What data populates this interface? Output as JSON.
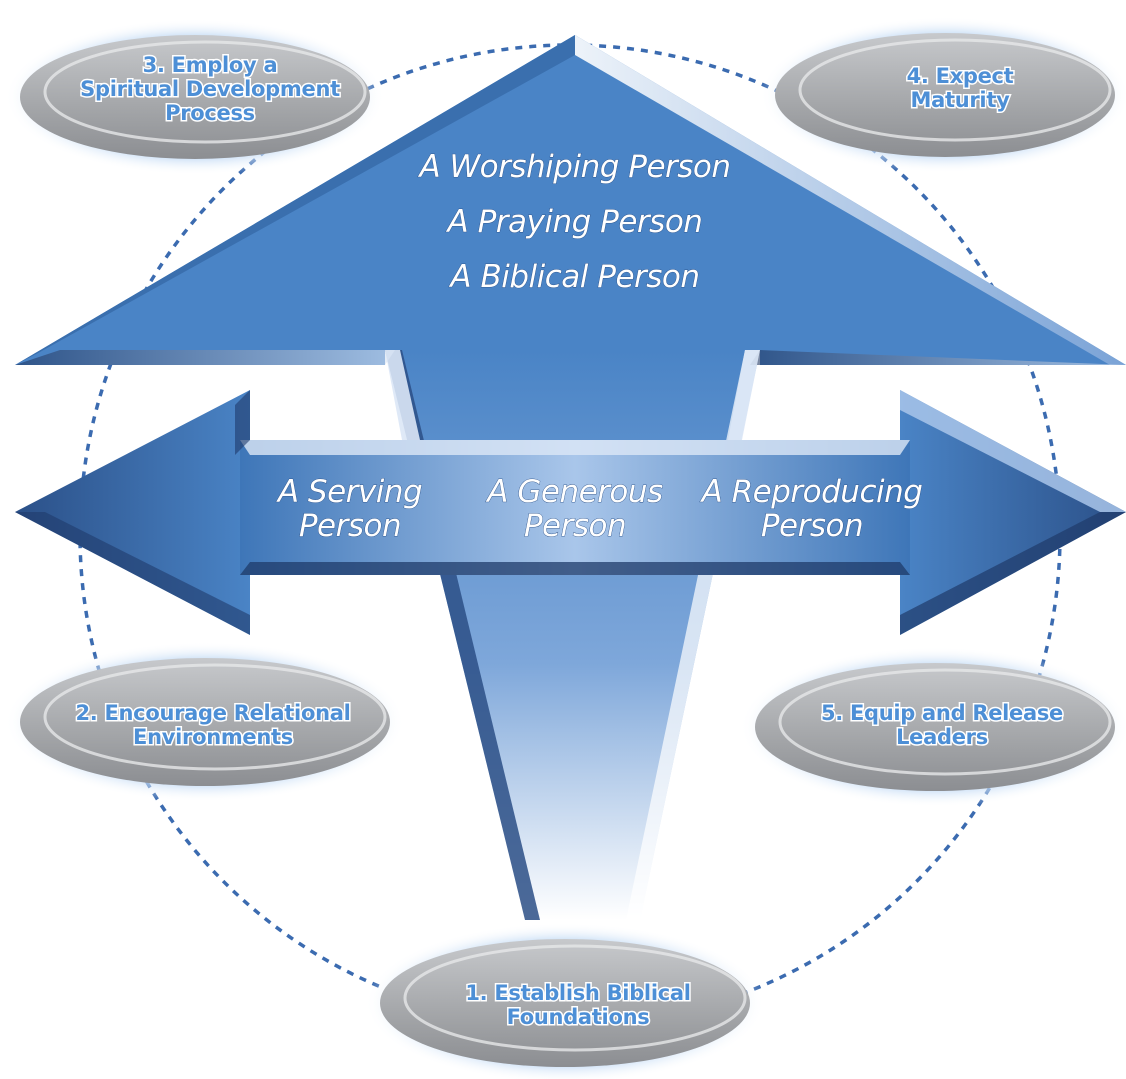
{
  "vertical_arrow": {
    "lines": [
      "A Worshiping Person",
      "A Praying Person",
      "A Biblical Person"
    ]
  },
  "horizontal_arrow": {
    "left": {
      "line1": "A Serving",
      "line2": "Person"
    },
    "center": {
      "line1": "A Generous",
      "line2": "Person"
    },
    "right": {
      "line1": "A Reproducing",
      "line2": "Person"
    }
  },
  "steps": [
    {
      "lines": [
        "1. Establish Biblical",
        "Foundations"
      ]
    },
    {
      "lines": [
        "2. Encourage Relational",
        "Environments"
      ]
    },
    {
      "lines": [
        "3. Employ a",
        "Spiritual Development",
        "Process"
      ]
    },
    {
      "lines": [
        "4. Expect",
        "Maturity"
      ]
    },
    {
      "lines": [
        "5. Equip and Release",
        "Leaders"
      ]
    }
  ],
  "colors": {
    "arrow_blue": "#4a84c6",
    "arrow_dark": "#24467a",
    "dotted_circle": "#3b6bb0",
    "step_text": "#4d8fd6",
    "oval_gray": "#a3a5a8"
  }
}
